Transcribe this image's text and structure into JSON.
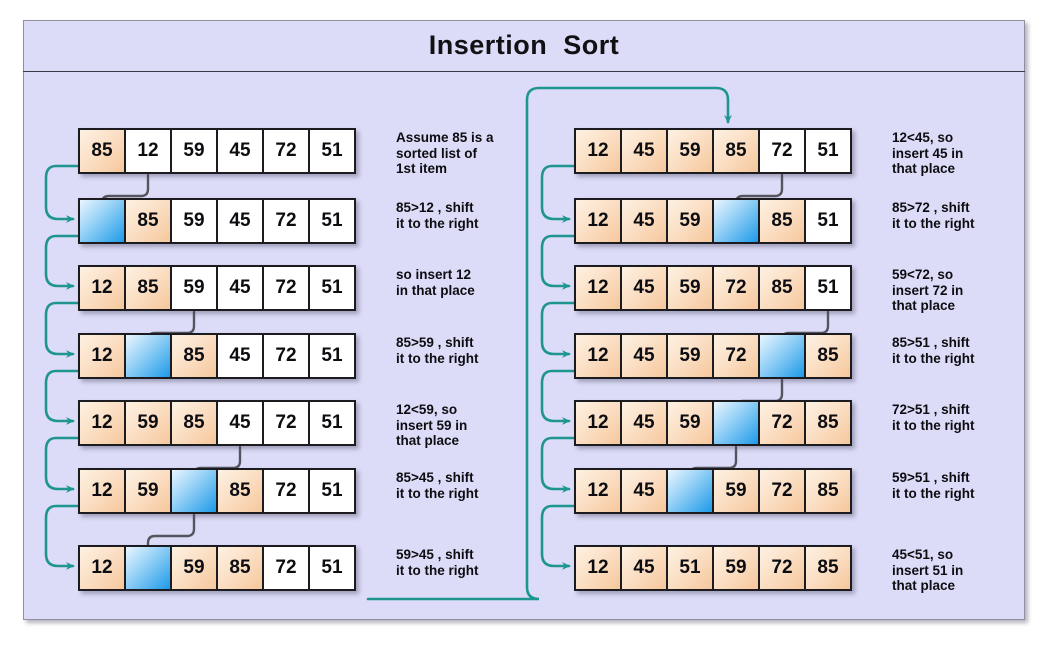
{
  "title": "Insertion  Sort",
  "colors": {
    "background": "#dcdcf8",
    "frame_border": "#8f8f9e",
    "cell_border": "#1b1b20",
    "sorted_cell": "#f6c79c",
    "unsorted_cell": "#ffffff",
    "hole_cell": "#1e9ae8",
    "shift_arrow": "#55555f",
    "flow_arrow": "#1f958f",
    "text": "#0d0d11"
  },
  "left_column": {
    "rows": [
      {
        "values": [
          "85",
          "12",
          "59",
          "45",
          "72",
          "51"
        ],
        "states": [
          "peach",
          "white",
          "white",
          "white",
          "white",
          "white"
        ],
        "note": "Assume 85 is a\nsorted list of\n1st item"
      },
      {
        "values": [
          "",
          "85",
          "59",
          "45",
          "72",
          "51"
        ],
        "states": [
          "blue",
          "peach",
          "white",
          "white",
          "white",
          "white"
        ],
        "note": "85>12 , shift\nit to the right"
      },
      {
        "values": [
          "12",
          "85",
          "59",
          "45",
          "72",
          "51"
        ],
        "states": [
          "peach",
          "peach",
          "white",
          "white",
          "white",
          "white"
        ],
        "note": "so insert 12\nin that place"
      },
      {
        "values": [
          "12",
          "",
          "85",
          "45",
          "72",
          "51"
        ],
        "states": [
          "peach",
          "blue",
          "peach",
          "white",
          "white",
          "white"
        ],
        "note": "85>59 , shift\nit to the right"
      },
      {
        "values": [
          "12",
          "59",
          "85",
          "45",
          "72",
          "51"
        ],
        "states": [
          "peach",
          "peach",
          "peach",
          "white",
          "white",
          "white"
        ],
        "note": "12<59, so\ninsert 59 in\nthat place"
      },
      {
        "values": [
          "12",
          "59",
          "",
          "85",
          "72",
          "51"
        ],
        "states": [
          "peach",
          "peach",
          "blue",
          "peach",
          "white",
          "white"
        ],
        "note": "85>45 , shift\nit to the right"
      },
      {
        "values": [
          "12",
          "",
          "59",
          "85",
          "72",
          "51"
        ],
        "states": [
          "peach",
          "blue",
          "peach",
          "peach",
          "white",
          "white"
        ],
        "note": "59>45 , shift\nit to the right"
      }
    ]
  },
  "right_column": {
    "rows": [
      {
        "values": [
          "12",
          "45",
          "59",
          "85",
          "72",
          "51"
        ],
        "states": [
          "peach",
          "peach",
          "peach",
          "peach",
          "white",
          "white"
        ],
        "note": "12<45, so\ninsert 45 in\nthat place"
      },
      {
        "values": [
          "12",
          "45",
          "59",
          "",
          "85",
          "51"
        ],
        "states": [
          "peach",
          "peach",
          "peach",
          "blue",
          "peach",
          "white"
        ],
        "note": "85>72 , shift\nit to the right"
      },
      {
        "values": [
          "12",
          "45",
          "59",
          "72",
          "85",
          "51"
        ],
        "states": [
          "peach",
          "peach",
          "peach",
          "peach",
          "peach",
          "white"
        ],
        "note": "59<72, so\ninsert 72 in\nthat place"
      },
      {
        "values": [
          "12",
          "45",
          "59",
          "72",
          "",
          "85"
        ],
        "states": [
          "peach",
          "peach",
          "peach",
          "peach",
          "blue",
          "peach"
        ],
        "note": "85>51 , shift\nit to the right"
      },
      {
        "values": [
          "12",
          "45",
          "59",
          "",
          "72",
          "85"
        ],
        "states": [
          "peach",
          "peach",
          "peach",
          "blue",
          "peach",
          "peach"
        ],
        "note": "72>51 , shift\nit to the right"
      },
      {
        "values": [
          "12",
          "45",
          "",
          "59",
          "72",
          "85"
        ],
        "states": [
          "peach",
          "peach",
          "blue",
          "peach",
          "peach",
          "peach"
        ],
        "note": "59>51 , shift\nit to the right"
      },
      {
        "values": [
          "12",
          "45",
          "51",
          "59",
          "72",
          "85"
        ],
        "states": [
          "peach",
          "peach",
          "peach",
          "peach",
          "peach",
          "peach"
        ],
        "note": "45<51, so\ninsert 51 in\nthat place"
      }
    ]
  },
  "algorithm": {
    "input": [
      "85",
      "12",
      "59",
      "45",
      "72",
      "51"
    ],
    "output": [
      "12",
      "45",
      "51",
      "59",
      "72",
      "85"
    ]
  }
}
